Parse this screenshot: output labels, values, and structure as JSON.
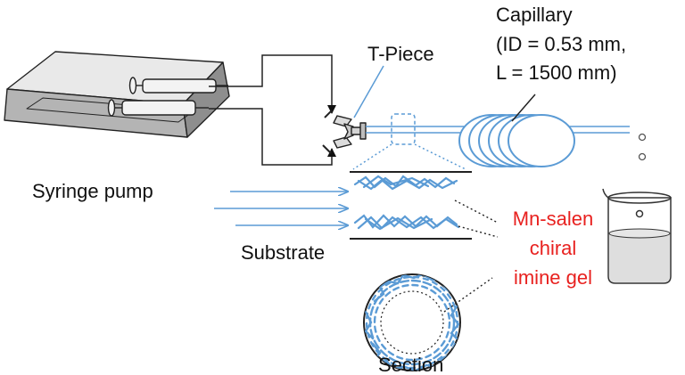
{
  "labels": {
    "syringe_pump": "Syringe pump",
    "t_piece": "T-Piece",
    "capillary": {
      "line1": "Capillary",
      "line2": "(ID = 0.53 mm,",
      "line3": "L = 1500 mm)"
    },
    "substrate": "Substrate",
    "section": "Section",
    "gel": {
      "line1": "Mn-salen",
      "line2": "chiral",
      "line3": "imine gel"
    }
  },
  "colors": {
    "flow_blue": "#5b9bd5",
    "outline": "#333333",
    "gel_text_red": "#e8211f"
  }
}
